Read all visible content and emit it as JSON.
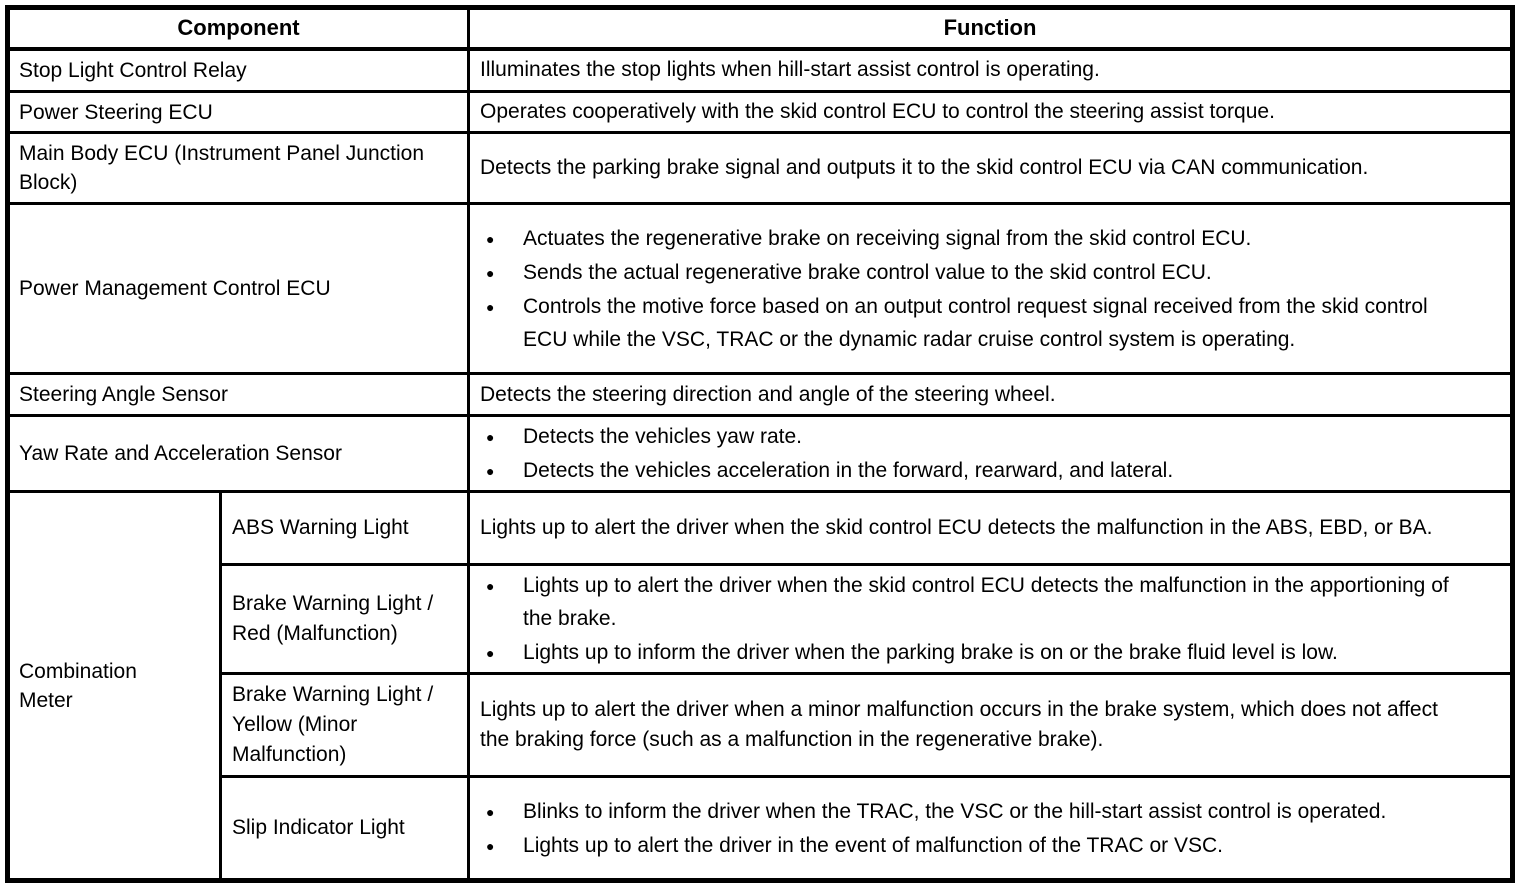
{
  "table": {
    "header": {
      "component": "Component",
      "function": "Function"
    },
    "colors": {
      "border": "#000000",
      "text": "#000000",
      "background": "#ffffff"
    },
    "rows": [
      {
        "component": "Stop Light Control Relay",
        "function": "Illuminates the stop lights when hill-start assist control is operating."
      },
      {
        "component": "Power Steering ECU",
        "function": "Operates cooperatively with the skid control ECU to control the steering assist torque."
      },
      {
        "component": "Main Body ECU (Instrument Panel Junction Block)",
        "function": "Detects the parking brake signal and outputs it to the skid control ECU via CAN communication."
      },
      {
        "component": "Power Management Control ECU",
        "bullets": [
          "Actuates the regenerative brake on receiving signal from the skid control ECU.",
          "Sends the actual regenerative brake control value to the skid control ECU.",
          "Controls the motive force based on an output control request signal received from the skid control ECU while the VSC, TRAC or the dynamic radar cruise control system is operating."
        ]
      },
      {
        "component": "Steering Angle Sensor",
        "function": "Detects the steering direction and angle of the steering wheel."
      },
      {
        "component": "Yaw Rate and Acceleration Sensor",
        "bullets": [
          "Detects the vehicles yaw rate.",
          "Detects the vehicles acceleration in the forward, rearward, and lateral."
        ]
      },
      {
        "component": "Combination Meter",
        "subrows": [
          {
            "subcomponent": "ABS Warning Light",
            "function": "Lights up to alert the driver when the skid control ECU detects the malfunction in the ABS, EBD, or BA."
          },
          {
            "subcomponent": "Brake Warning Light / Red (Malfunction)",
            "bullets": [
              "Lights up to alert the driver when the skid control ECU detects the malfunction in the apportioning of the brake.",
              "Lights up to inform the driver when the parking brake is on or the brake fluid level is low."
            ]
          },
          {
            "subcomponent": "Brake Warning Light / Yellow (Minor Malfunction)",
            "function": "Lights up to alert the driver when a minor malfunction occurs in the brake system, which does not affect the braking force (such as a malfunction in the regenerative brake)."
          },
          {
            "subcomponent": "Slip Indicator Light",
            "bullets": [
              "Blinks to inform the driver when the TRAC, the VSC or the hill-start assist control is operated.",
              "Lights up to alert the driver in the event of malfunction of the TRAC or VSC."
            ]
          }
        ]
      }
    ]
  }
}
